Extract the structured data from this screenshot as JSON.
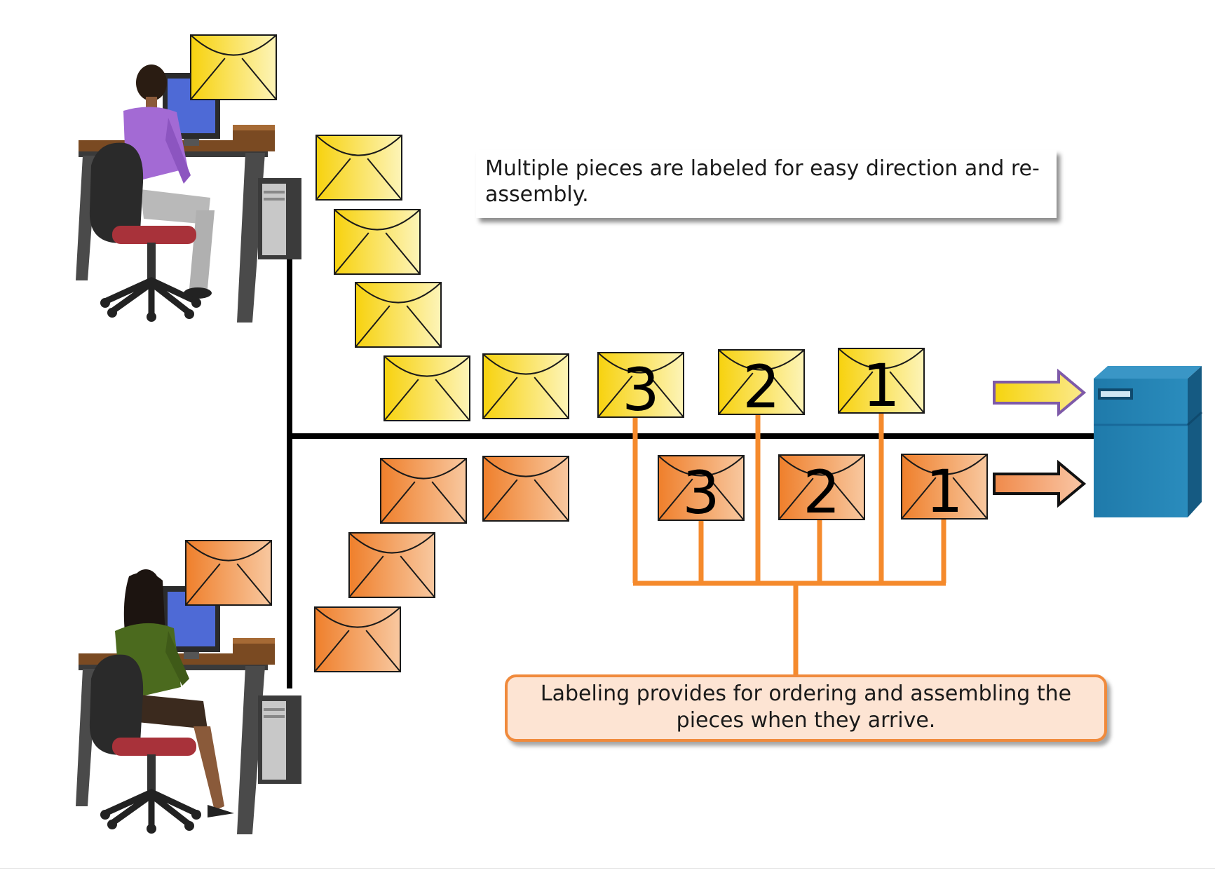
{
  "callouts": {
    "top": "Multiple pieces are labeled for easy direction and re-assembly.",
    "bottom": "Labeling provides for ordering and assembling the pieces when they arrive."
  },
  "labels": {
    "yellow_segments": [
      "3",
      "2",
      "1"
    ],
    "orange_segments": [
      "3",
      "2",
      "1"
    ]
  },
  "colors": {
    "yellow": "#f7d51a",
    "orange": "#f0853a",
    "network_line": "#000000",
    "orange_line": "#f58a2c",
    "server": "#1f7bab"
  },
  "icons": {
    "male_user": "computer-user-male-icon",
    "female_user": "computer-user-female-icon",
    "server": "server-icon",
    "envelope": "envelope-icon",
    "arrow": "arrow-right-icon"
  }
}
